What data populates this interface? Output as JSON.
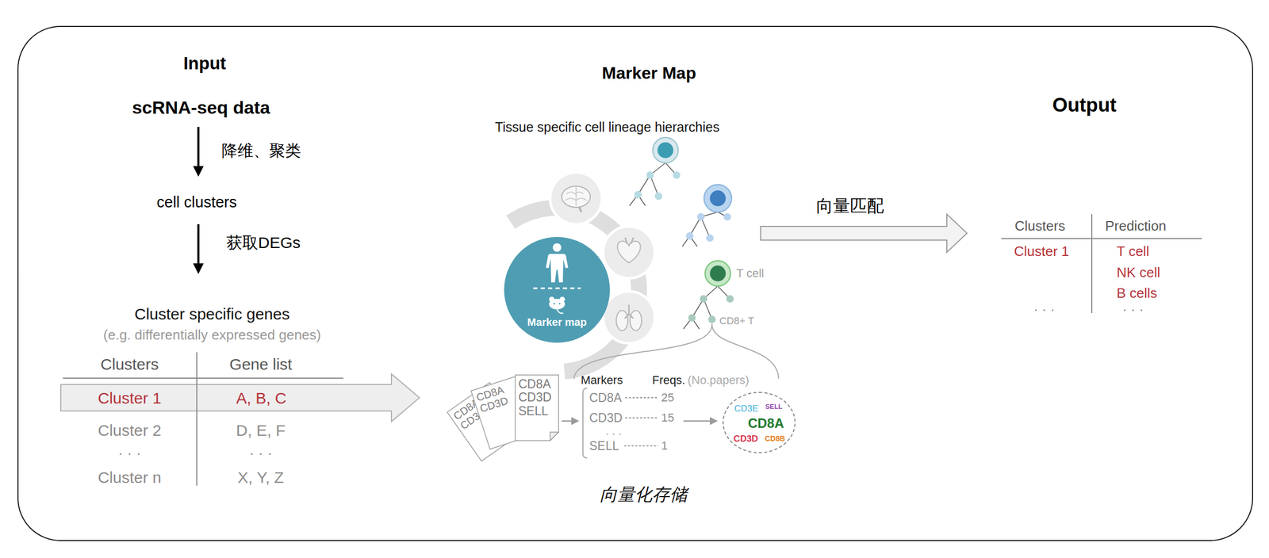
{
  "diagram": {
    "nodes": [
      {
        "text": [
          "Marker map"
        ]
      },
      {
        "text": [
          "CD8A",
          "CD3E"
        ]
      },
      {
        "text": [
          "CD8A",
          "CD3D"
        ]
      },
      {
        "text": [
          "CD8A",
          "CD3D",
          "SELL"
        ]
      },
      {
        "text": [
          "CD3E",
          "SELL",
          "CD8A",
          "CD3D",
          "CD8B"
        ]
      }
    ],
    "labels": [
      "Input",
      "scRNA-seq data",
      "降维、聚类",
      "cell clusters",
      "获取DEGs",
      "Cluster specific genes",
      "(e.g. differentially expressed genes)",
      "Clusters",
      "Gene list",
      "Cluster 1",
      "A, B, C",
      "Cluster 2",
      "D, E, F",
      "· · ·",
      "· · ·",
      "Cluster n",
      "X, Y, Z",
      "Marker Map",
      "Tissue specific cell lineage hierarchies",
      "T cell",
      "CD8+ T",
      "Markers",
      "Freqs.",
      "(No.papers)",
      "CD8A",
      "25",
      "CD3D",
      "15",
      "· · ·",
      "SELL",
      "1",
      "向量化存储",
      "向量匹配",
      "Output",
      "Clusters",
      "Prediction",
      "Cluster 1",
      "T cell",
      "NK cell",
      "B cells",
      "· · ·",
      "· · ·"
    ]
  }
}
